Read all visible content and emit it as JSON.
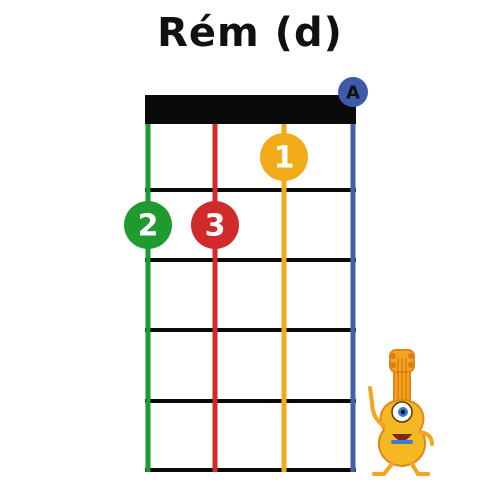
{
  "title": "Rém (d)",
  "string_tuning_badge": "A",
  "string_colors": [
    "#1e9a2e",
    "#d12a2a",
    "#f2ab18",
    "#4262a8"
  ],
  "fingers": [
    {
      "label": "1",
      "string": 3,
      "fret": 1,
      "color": "#f2ab18"
    },
    {
      "label": "2",
      "string": 1,
      "fret": 2,
      "color": "#1e9a2e"
    },
    {
      "label": "3",
      "string": 2,
      "fret": 2,
      "color": "#d12a2a"
    }
  ],
  "mascot": "ukulele-mascot-icon"
}
